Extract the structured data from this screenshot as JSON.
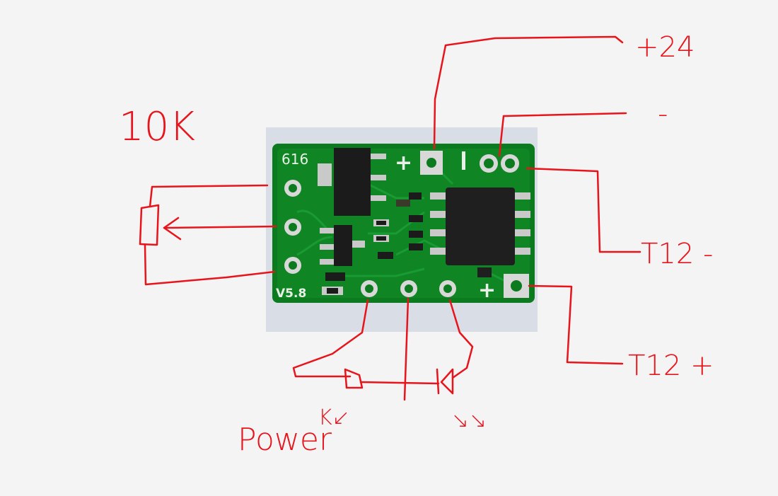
{
  "board": {
    "silkscreen_top": "616",
    "silkscreen_version": "V5.8",
    "silk_plus_top": "+",
    "silk_plus_bottom": "+"
  },
  "annotations": {
    "pot_label": "10K",
    "supply_label": "+24",
    "minus_label": "-",
    "t12_minus_label": "T12 -",
    "t12_plus_label": "T12 +",
    "power_label": "Power",
    "led_left_arrows": "K↙",
    "led_right_arrows": "↘↘"
  },
  "colors": {
    "background": "#f4f4f4",
    "photo_backdrop": "#d9dde6",
    "pcb_green": "#0c7a1e",
    "annotation_red": "#e8141c"
  }
}
